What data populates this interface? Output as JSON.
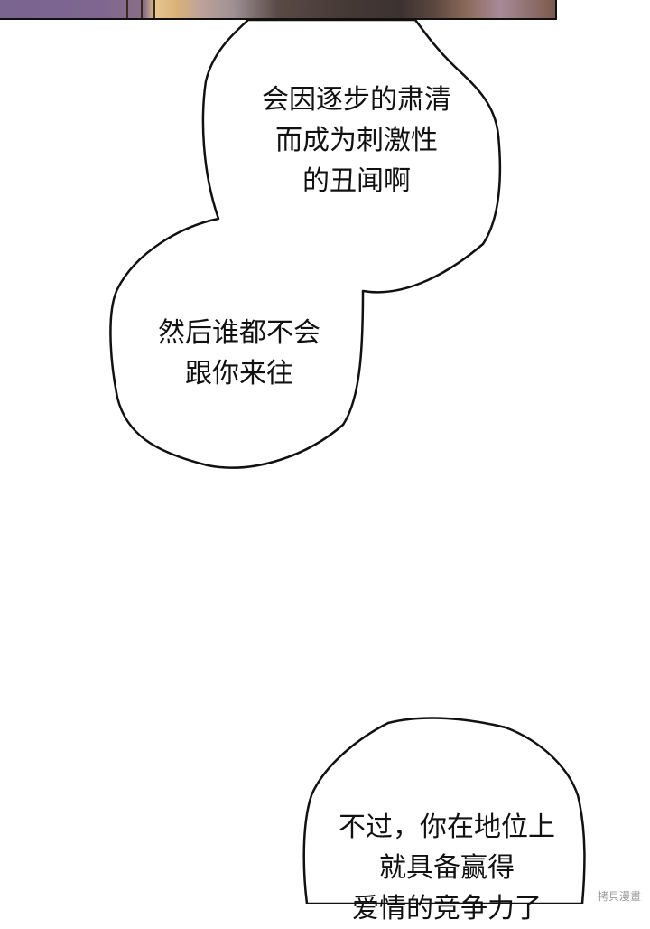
{
  "comic": {
    "top_panel": {
      "description": "cropped illustration panel edge"
    },
    "bubbles": [
      {
        "id": "bubble-1",
        "lines": [
          "会因逐步的肃清",
          "而成为刺激性",
          "的丑闻啊"
        ]
      },
      {
        "id": "bubble-2",
        "lines": [
          "然后谁都不会",
          "跟你来往"
        ]
      },
      {
        "id": "bubble-3",
        "lines": [
          "不过，你在地位上",
          "就具备赢得",
          "爱情的竞争力了"
        ]
      }
    ],
    "watermark": "拷貝漫畫"
  },
  "colors": {
    "background": "#ffffff",
    "outline": "#111111",
    "text": "#111111"
  }
}
